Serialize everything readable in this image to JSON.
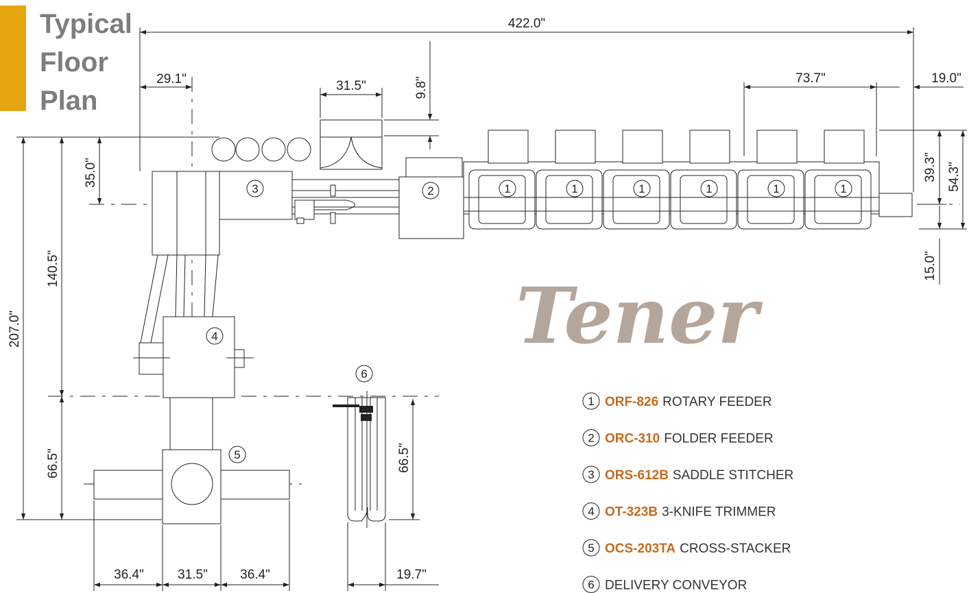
{
  "title": {
    "line1": "Typical",
    "line2": "Floor",
    "line3": "Plan"
  },
  "brand": "Tener",
  "colors": {
    "accent_bar": "#e3a60f",
    "title_text": "#7d7d7d",
    "brand_text": "#b5a69b",
    "code_text": "#c46a1e",
    "line": "#222222"
  },
  "dimensions": {
    "overall_length": "422.0\"",
    "stitcher_offset": "29.1\"",
    "folder_width": "31.5\"",
    "folder_gap": "9.8\"",
    "feeder_pitch": "73.7\"",
    "end_offset": "19.0\"",
    "right_height_a": "39.3\"",
    "right_height_b": "54.3\"",
    "right_height_c": "15.0\"",
    "left_height_a": "35.0\"",
    "left_height_b": "140.5\"",
    "left_height_c": "207.0\"",
    "stacker_height": "66.5\"",
    "conveyor_height": "66.5\"",
    "bottom_left": "36.4\"",
    "bottom_mid": "31.5\"",
    "bottom_right": "36.4\"",
    "conveyor_width": "19.7\""
  },
  "markers": {
    "feeder": "1",
    "folder": "2",
    "stitcher": "3",
    "trimmer": "4",
    "stacker": "5",
    "conveyor": "6"
  },
  "legend": [
    {
      "num": "1",
      "code": "ORF-826",
      "desc": "ROTARY FEEDER"
    },
    {
      "num": "2",
      "code": "ORC-310",
      "desc": "FOLDER FEEDER"
    },
    {
      "num": "3",
      "code": "ORS-612B",
      "desc": "SADDLE STITCHER"
    },
    {
      "num": "4",
      "code": "OT-323B",
      "desc": "3-KNIFE TRIMMER"
    },
    {
      "num": "5",
      "code": "OCS-203TA",
      "desc": "CROSS-STACKER"
    },
    {
      "num": "6",
      "code": "",
      "desc": "DELIVERY CONVEYOR"
    }
  ]
}
